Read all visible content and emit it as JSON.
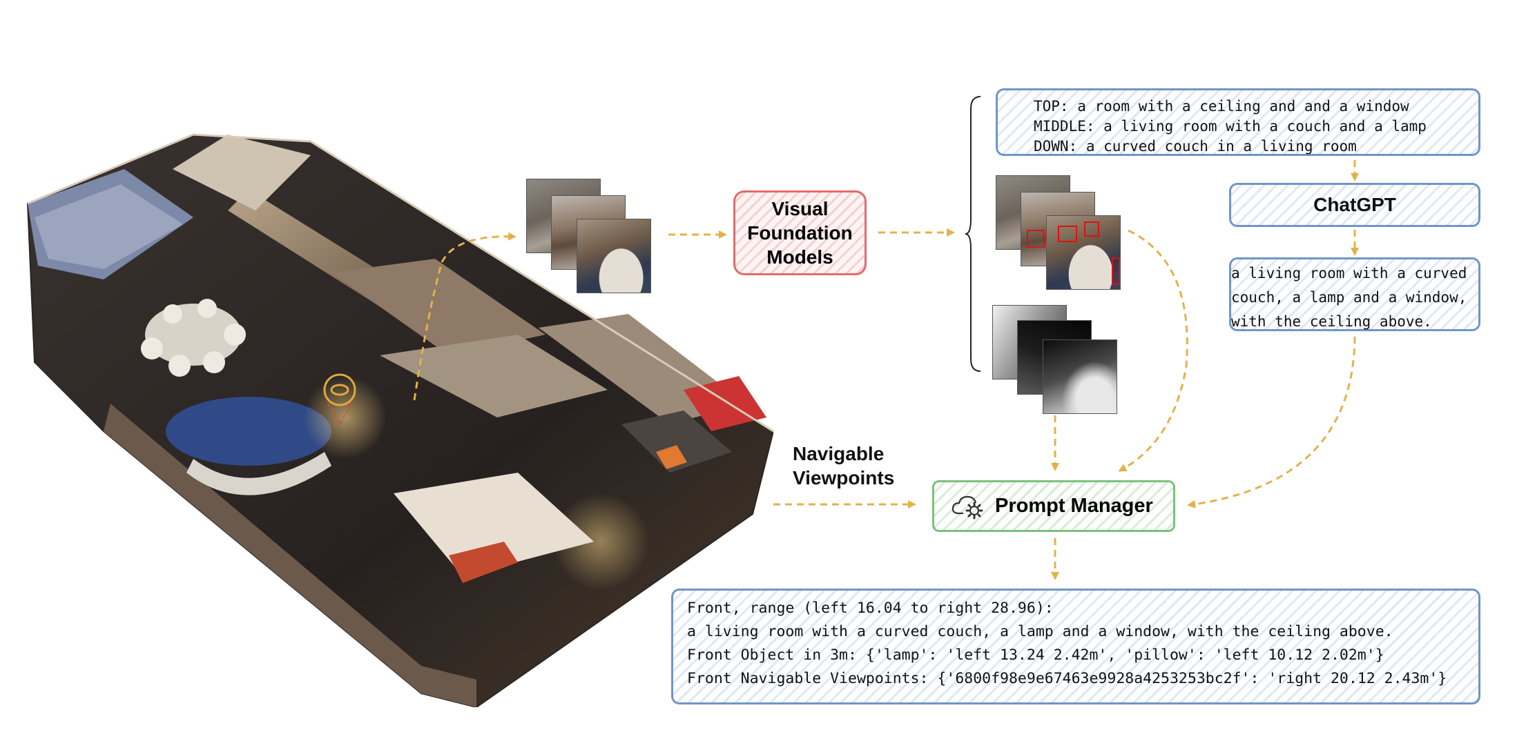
{
  "visual_foundation_models": {
    "label": "Visual\nFoundation\nModels"
  },
  "captions": {
    "lines": [
      "TOP: a room with a ceiling and and a window",
      "MIDDLE: a living room with a couch and a lamp",
      "DOWN: a curved couch in a living room"
    ]
  },
  "chatgpt": {
    "label": "ChatGPT"
  },
  "summary": {
    "lines": [
      "a living room with a curved",
      "couch, a lamp and a window,",
      "with the ceiling above."
    ]
  },
  "navigable_viewpoints": {
    "label": "Navigable\nViewpoints"
  },
  "prompt_manager": {
    "label": "Prompt Manager",
    "icon": "cloud-gear-icon"
  },
  "output": {
    "lines": [
      "Front, range (left 16.04 to right 28.96):",
      "a living room with a curved couch, a lamp and a window, with the ceiling above.",
      "Front Object in 3m: {'lamp': 'left 13.24 2.42m', 'pillow': 'left 10.12 2.02m'}",
      "Front Navigable Viewpoints: {'6800f98e9e67463e9928a4253253bc2f': 'right 20.12 2.43m'}"
    ]
  },
  "colors": {
    "arrow": "#e2b24a",
    "blue_border": "#6f95c9",
    "red_border": "#e36b6b",
    "green_border": "#7cc07a"
  }
}
